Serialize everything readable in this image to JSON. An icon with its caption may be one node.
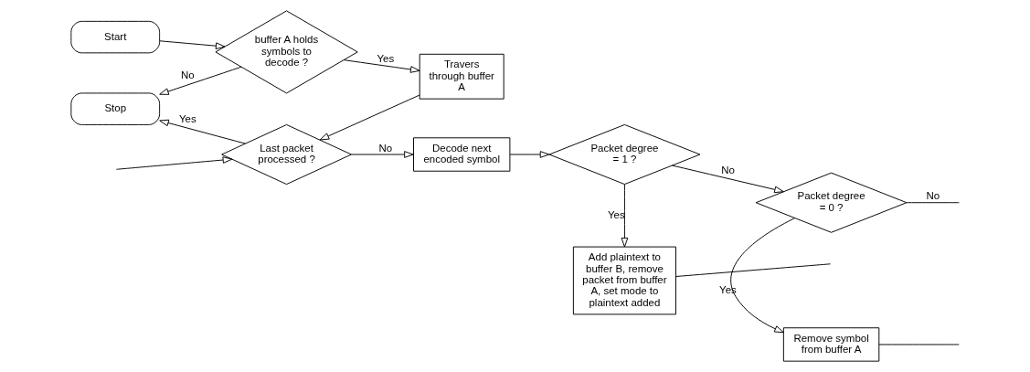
{
  "diagram": {
    "nodes": [
      {
        "text": [
          "Start"
        ]
      },
      {
        "text": [
          "Stop"
        ]
      },
      {
        "text": [
          "buffer A holds symbols to decode ?"
        ]
      },
      {
        "text": [
          "Travers through buffer A"
        ]
      },
      {
        "text": [
          "Last packet processed ?"
        ]
      },
      {
        "text": [
          "Decode next encoded symbol"
        ]
      },
      {
        "text": [
          "Packet degree = 1 ?"
        ]
      },
      {
        "text": [
          "Add plaintext to buffer B, remove packet from buffer A, set mode to plaintext added"
        ]
      },
      {
        "text": [
          "Remove symbol from buffer A"
        ]
      },
      {
        "text": [
          "Packet degree = 0 ?"
        ]
      }
    ],
    "edges": [
      {
        "from": 0,
        "to": 2,
        "arrow": "to"
      },
      {
        "from": 2,
        "to": 1,
        "label": "No",
        "arrow": "to"
      },
      {
        "from": 2,
        "to": 3,
        "label": "Yes",
        "arrow": "to"
      },
      {
        "from": 3,
        "to": 4,
        "arrow": "to"
      },
      {
        "from": 4,
        "to": 1,
        "label": "Yes",
        "arrow": "to"
      },
      {
        "from": 4,
        "to": 5,
        "label": "No",
        "arrow": "to"
      },
      {
        "from": 5,
        "to": 6,
        "arrow": "to"
      },
      {
        "from": 6,
        "to": 7,
        "label": "Yes",
        "arrow": "to"
      },
      {
        "from": 6,
        "to": 9,
        "label": "No",
        "arrow": "to"
      },
      {
        "from": 9,
        "to": 8,
        "label": "Yes",
        "arrow": "to"
      },
      {
        "from": 9,
        "to": null,
        "label": "No",
        "arrow": "none"
      },
      {
        "from": null,
        "to": 4,
        "arrow": "to"
      },
      {
        "from": 7,
        "to": null,
        "arrow": "none"
      },
      {
        "from": 8,
        "to": null,
        "arrow": "none"
      }
    ]
  }
}
